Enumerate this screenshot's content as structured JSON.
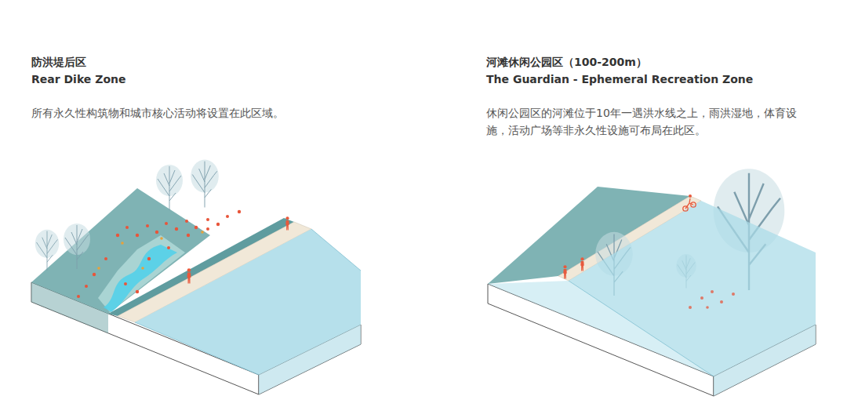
{
  "diagram": {
    "labels": [
      "防洪堤后区",
      "Rear Dike Zone",
      "所有永久性构筑物和城市核心活动将设置在此区域。",
      "河滩休闲公园区（100-200m）",
      "The Guardian - Ephemeral Recreation Zone",
      "休闲公园区的河滩位于10年一遇洪水线之上，雨洪湿地，体育设施，活动广场等非永久性设施可布局在此区。"
    ]
  }
}
